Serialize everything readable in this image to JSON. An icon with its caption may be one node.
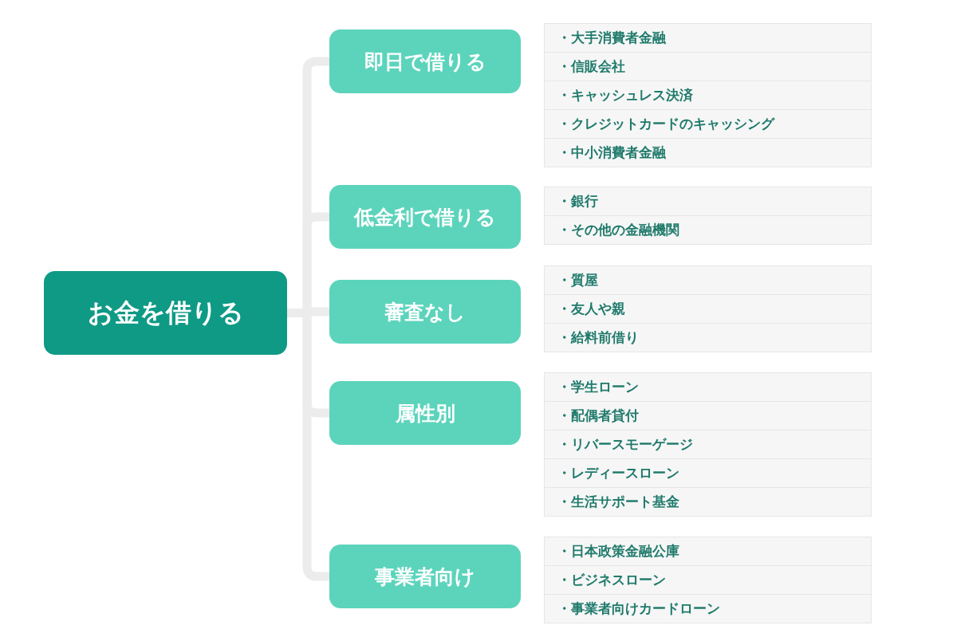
{
  "diagram": {
    "nodes": [
      {
        "text": [
          "お金を借りる"
        ]
      },
      {
        "text": [
          "即日で借りる"
        ]
      },
      {
        "text": [
          "・大手消費者金融",
          "・信販会社",
          "・キャッシュレス決済",
          "・クレジットカードのキャッシング",
          "・中小消費者金融"
        ]
      },
      {
        "text": [
          "低金利で借りる"
        ]
      },
      {
        "text": [
          "・銀行",
          "・その他の金融機関"
        ]
      },
      {
        "text": [
          "審査なし"
        ]
      },
      {
        "text": [
          "・質屋",
          "・友人や親",
          "・給料前借り"
        ]
      },
      {
        "text": [
          "属性別"
        ]
      },
      {
        "text": [
          "・学生ローン",
          "・配偶者貸付",
          "・リバースモーゲージ",
          "・レディースローン",
          "・生活サポート基金"
        ]
      },
      {
        "text": [
          "事業者向け"
        ]
      },
      {
        "text": [
          "・日本政策金融公庫",
          "・ビジネスローン",
          "・事業者向けカードローン"
        ]
      }
    ],
    "edges": [
      {
        "from": 0,
        "to": 1,
        "arrow": "none"
      },
      {
        "from": 0,
        "to": 3,
        "arrow": "none"
      },
      {
        "from": 0,
        "to": 5,
        "arrow": "none"
      },
      {
        "from": 0,
        "to": 7,
        "arrow": "none"
      },
      {
        "from": 0,
        "to": 9,
        "arrow": "none"
      }
    ]
  }
}
